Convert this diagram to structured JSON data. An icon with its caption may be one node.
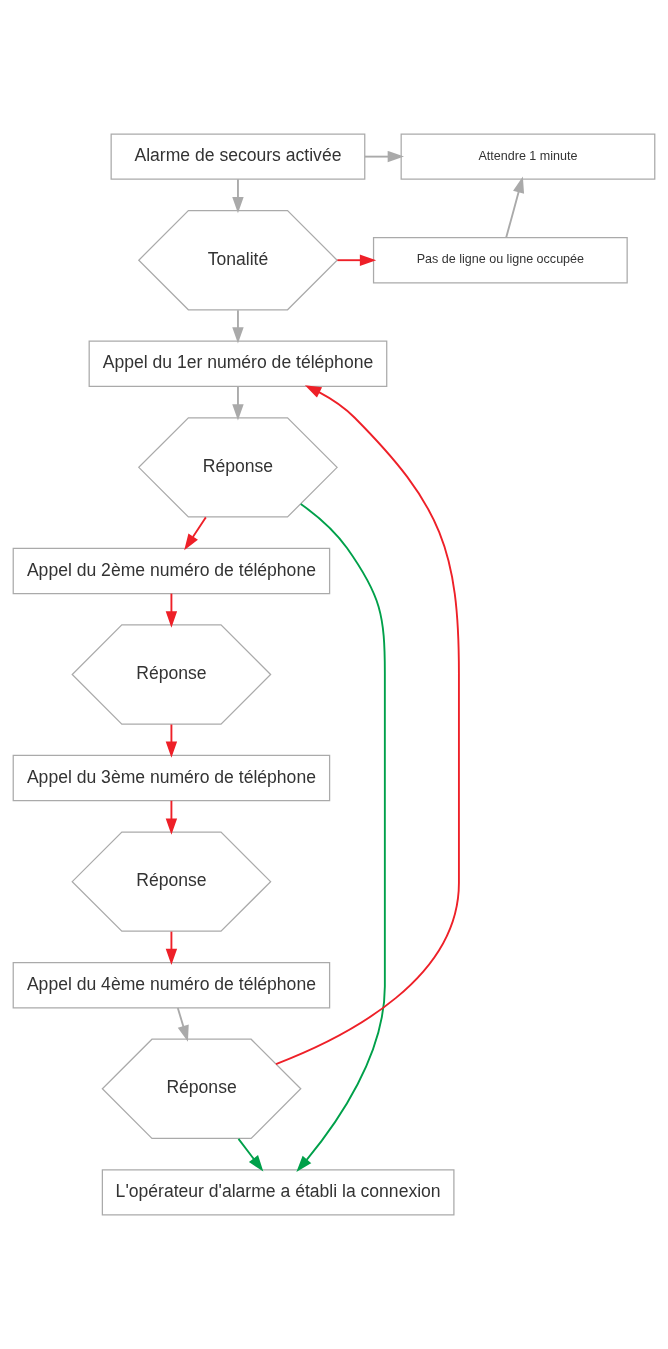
{
  "diagram": {
    "nodes": [
      {
        "text": [
          "Alarme de secours activée"
        ]
      },
      {
        "text": [
          "Attendre 1 minute"
        ]
      },
      {
        "text": [
          "Tonalité"
        ]
      },
      {
        "text": [
          "Pas de ligne ou ligne occupée"
        ]
      },
      {
        "text": [
          "Appel du 1er numéro de téléphone"
        ]
      },
      {
        "text": [
          "Réponse"
        ]
      },
      {
        "text": [
          "Appel du 2ème numéro de téléphone"
        ]
      },
      {
        "text": [
          "Réponse"
        ]
      },
      {
        "text": [
          "Appel du 3ème numéro de téléphone"
        ]
      },
      {
        "text": [
          "Réponse"
        ]
      },
      {
        "text": [
          "Appel du 4ème numéro de téléphone"
        ]
      },
      {
        "text": [
          "Réponse"
        ]
      },
      {
        "text": [
          "L'opérateur d'alarme a établi la connexion"
        ]
      }
    ],
    "edges": [
      {
        "from": 0,
        "to": 2,
        "arrow": "to",
        "color": "#aaaaaa"
      },
      {
        "from": 0,
        "to": 1,
        "arrow": "to",
        "color": "#aaaaaa"
      },
      {
        "from": 2,
        "to": 3,
        "arrow": "to",
        "color": "#ee2028"
      },
      {
        "from": 3,
        "to": 1,
        "arrow": "to",
        "color": "#aaaaaa"
      },
      {
        "from": 2,
        "to": 4,
        "arrow": "to",
        "color": "#aaaaaa"
      },
      {
        "from": 4,
        "to": 5,
        "arrow": "to",
        "color": "#aaaaaa"
      },
      {
        "from": 5,
        "to": 6,
        "arrow": "to",
        "color": "#ee2028"
      },
      {
        "from": 6,
        "to": 7,
        "arrow": "to",
        "color": "#ee2028"
      },
      {
        "from": 7,
        "to": 8,
        "arrow": "to",
        "color": "#ee2028"
      },
      {
        "from": 8,
        "to": 9,
        "arrow": "to",
        "color": "#ee2028"
      },
      {
        "from": 9,
        "to": 10,
        "arrow": "to",
        "color": "#ee2028"
      },
      {
        "from": 10,
        "to": 11,
        "arrow": "to",
        "color": "#aaaaaa"
      },
      {
        "from": 11,
        "to": 4,
        "arrow": "to",
        "color": "#ee2028"
      },
      {
        "from": 5,
        "to": 12,
        "arrow": "to",
        "color": "#00a04a"
      },
      {
        "from": 11,
        "to": 12,
        "arrow": "to",
        "color": "#00a04a"
      }
    ]
  }
}
